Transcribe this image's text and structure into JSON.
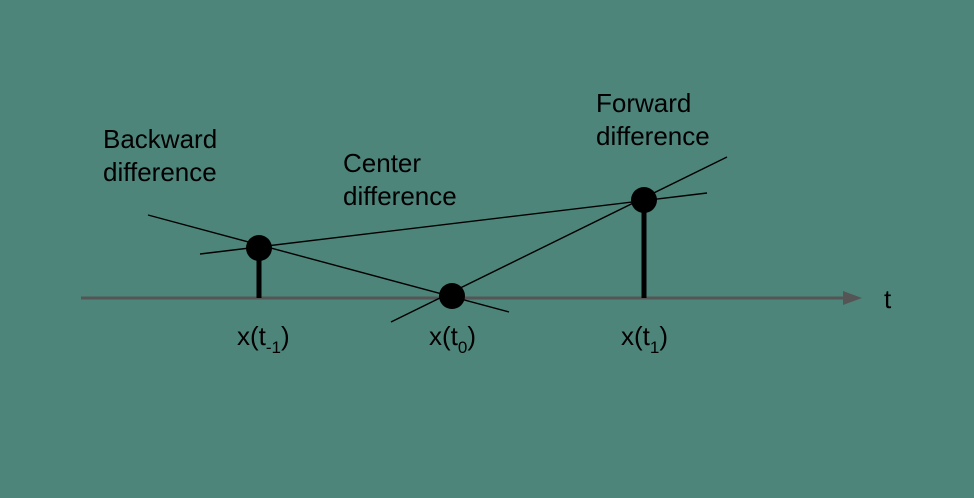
{
  "annotations": {
    "backward": [
      "Backward",
      "difference"
    ],
    "center": [
      "Center",
      "difference"
    ],
    "forward": [
      "Forward",
      "difference"
    ]
  },
  "axis": {
    "label": "t"
  },
  "samples": [
    {
      "prefix": "x(t",
      "subscript": "-1",
      "suffix": ")"
    },
    {
      "prefix": "x(t",
      "subscript": "0",
      "suffix": ")"
    },
    {
      "prefix": "x(t",
      "subscript": "1",
      "suffix": ")"
    }
  ],
  "colors": {
    "background": "#4d857b",
    "axis": "#555555",
    "ink": "#000000"
  }
}
